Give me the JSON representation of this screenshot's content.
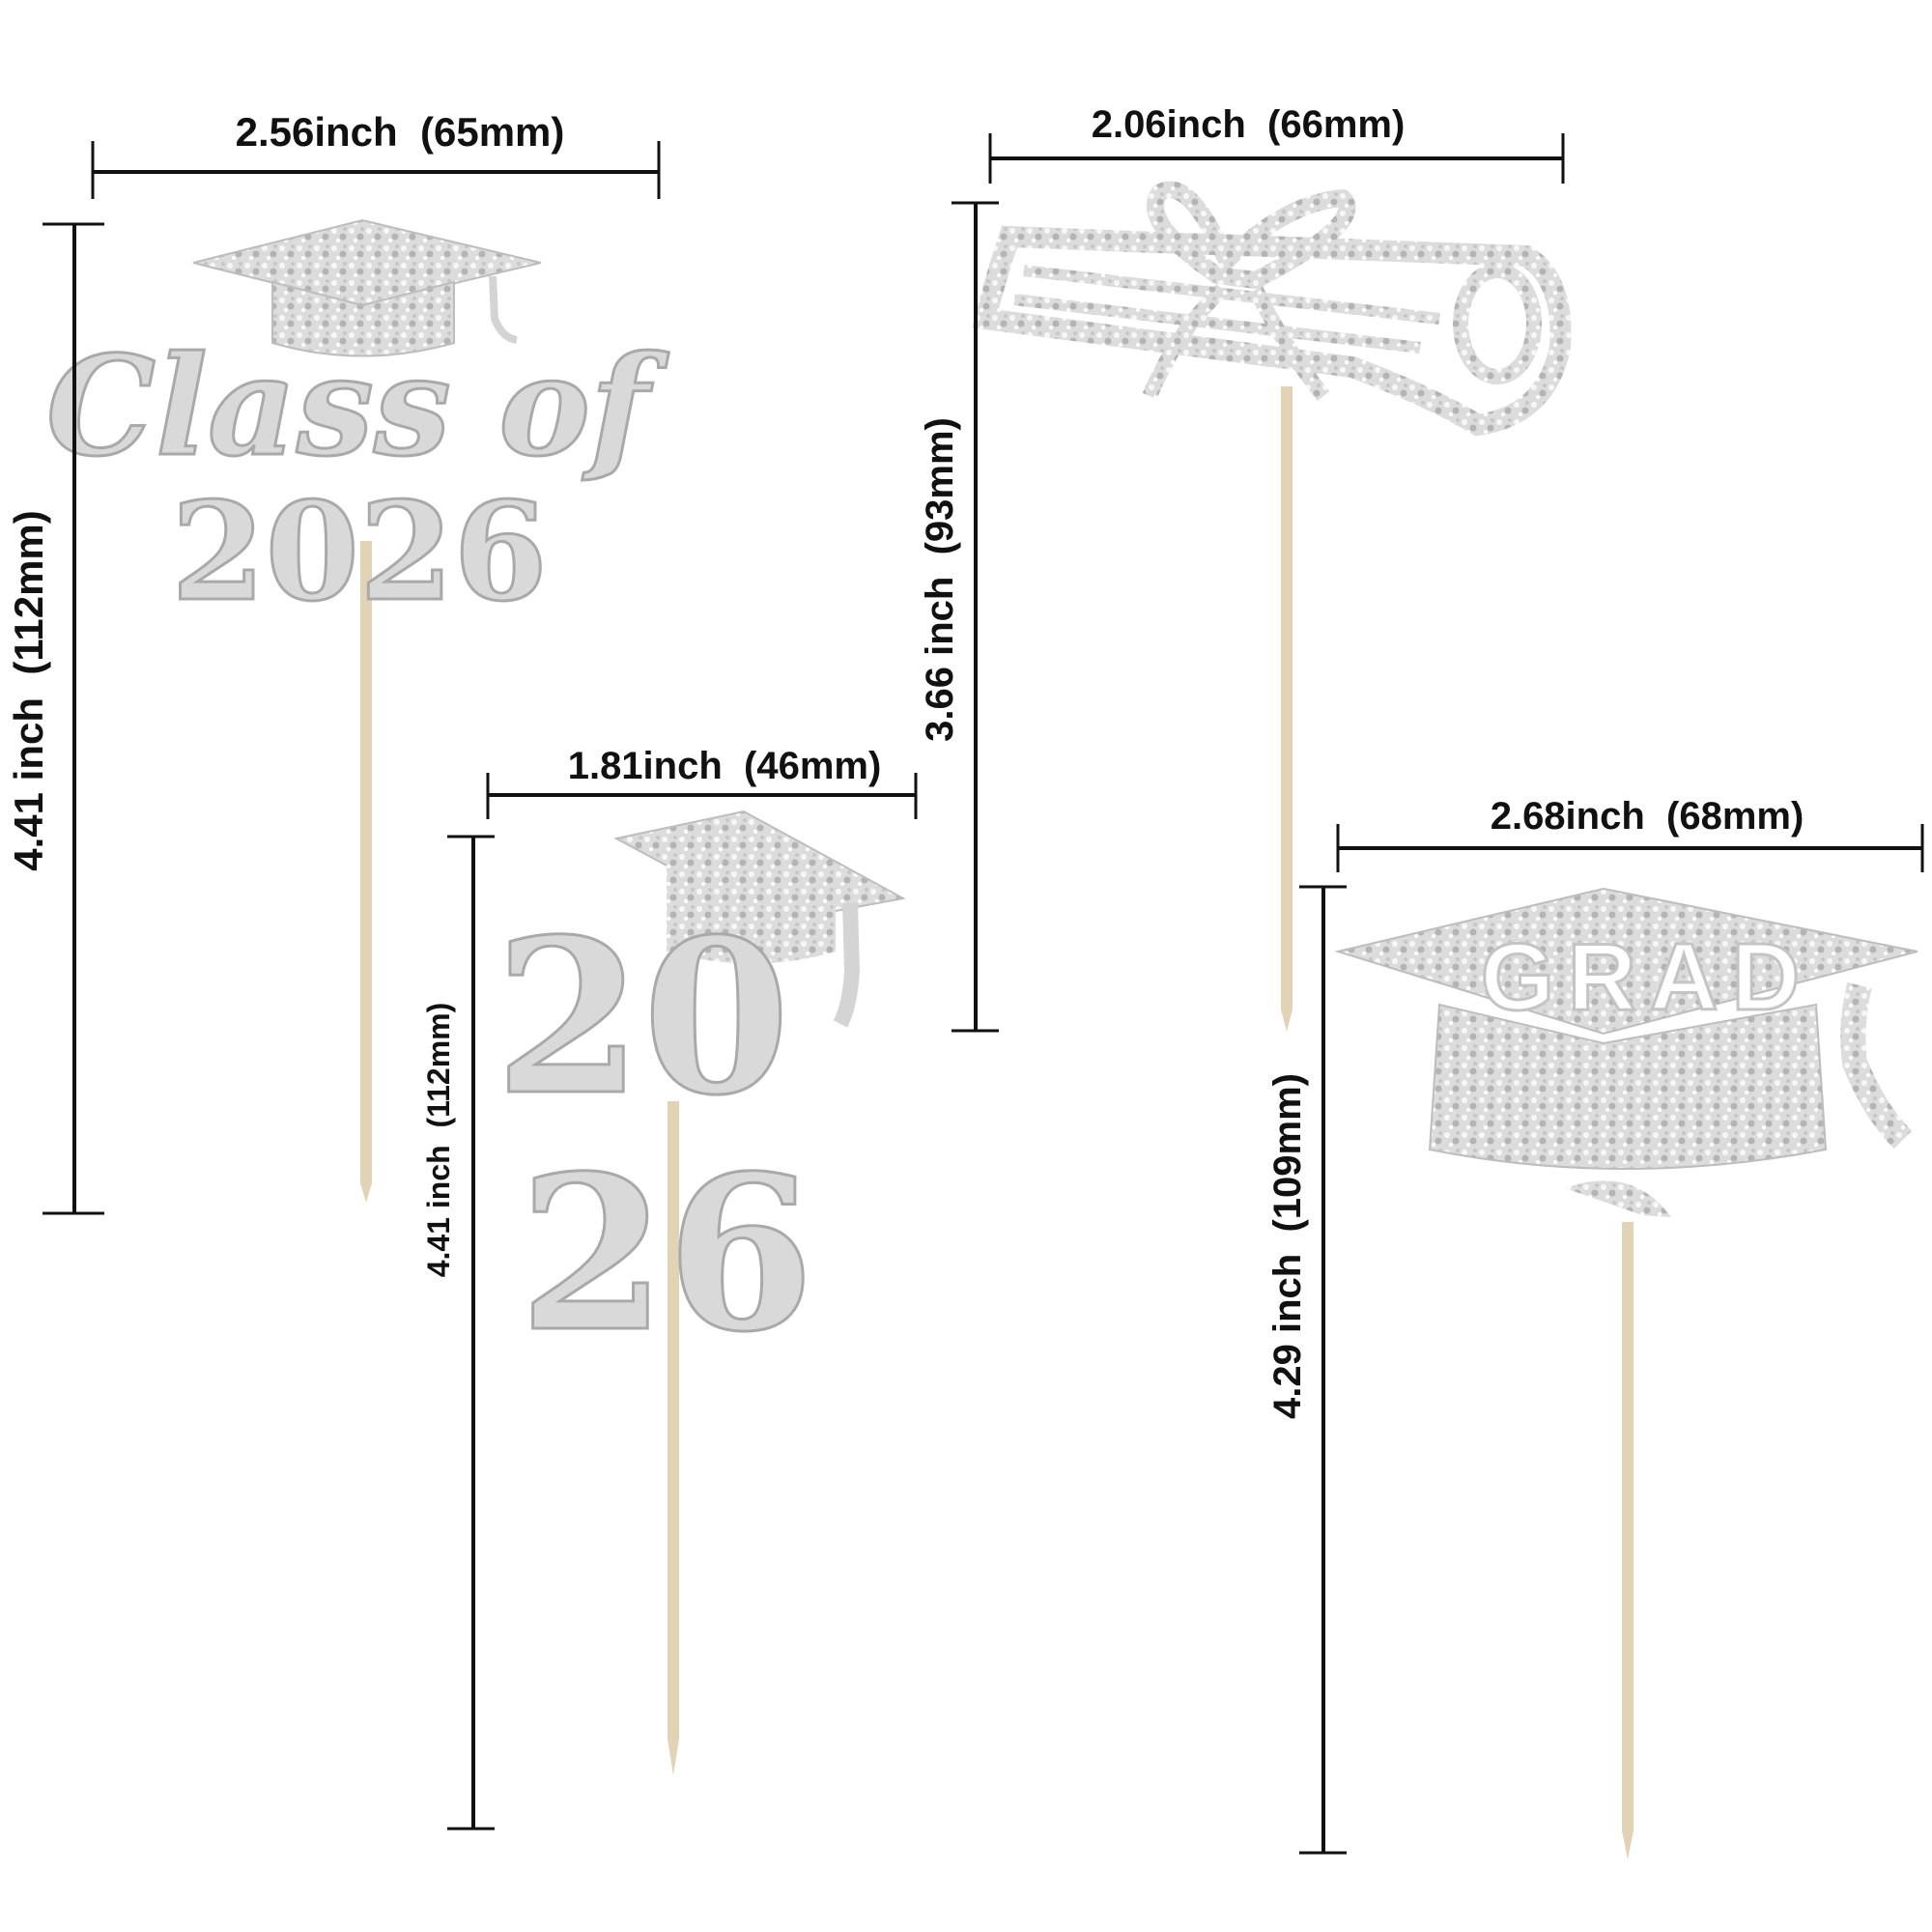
{
  "dimensions": {
    "topper_class_of": {
      "width_label": "2.56inch  (65mm)",
      "height_label": "4.41 inch  (112mm)"
    },
    "topper_2026": {
      "width_label": "1.81inch  (46mm)",
      "height_label": "4.41 inch  (112mm)"
    },
    "topper_diploma": {
      "width_label": "2.06inch  (66mm)",
      "height_label": "3.66 inch  (93mm)"
    },
    "topper_grad": {
      "width_label": "2.68inch  (68mm)",
      "height_label": "4.29 inch  (109mm)"
    }
  },
  "toppers": {
    "class_of": {
      "line1": "Class of",
      "line2": "2026"
    },
    "year": {
      "line1": "20",
      "line2": "26"
    },
    "grad": {
      "text": "GRAD"
    }
  },
  "colors": {
    "glitter": "#d9d9d9",
    "glitter_dark": "#a9a9a9",
    "stick": "#e2d3b4",
    "dimension_line": "#111111"
  }
}
